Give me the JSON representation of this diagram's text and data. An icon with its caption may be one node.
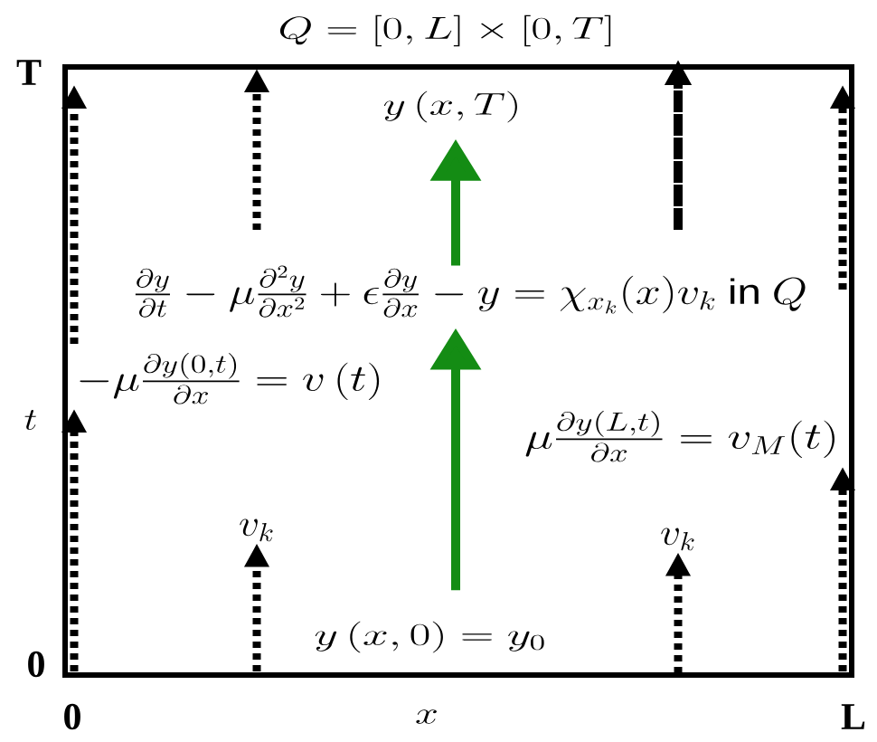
{
  "diagram": {
    "nodes": [
      {
        "text": [
          "Q = [0, L] \\times [0, T]"
        ]
      },
      {
        "text": [
          "y\\left(x, T\\right)"
        ],
        "in": 0
      },
      {
        "text": [
          "\\frac{\\partial y}{\\partial t} - \\mu\\frac{\\partial^2 y}{\\partial x^2} + \\epsilon\\frac{\\partial y}{\\partial x} - y = \\chi_{x_k}(x) v_k\\ \\mathsf{in}\\ Q"
        ],
        "in": 0
      },
      {
        "text": [
          "v_k"
        ],
        "in": 0
      },
      {
        "text": [
          "v_k"
        ],
        "in": 0
      },
      {
        "text": [
          "y\\left(x, 0\\right) = y_0"
        ],
        "in": 0
      }
    ],
    "edges": [
      {
        "from": 5,
        "to": 2,
        "arrow": "to",
        "color": "#148c14"
      },
      {
        "from": 2,
        "to": 1,
        "arrow": "to",
        "color": "#148c14"
      },
      {
        "from": null,
        "to": 3,
        "arrow": "to",
        "style": "dashed",
        "color": "#000000"
      },
      {
        "from": null,
        "to": 4,
        "arrow": "to",
        "style": "dashed",
        "color": "#000000"
      }
    ],
    "labels": [
      "T",
      "-\\mu\\frac{\\partial y(0,t)}{\\partial x} = v\\left(t\\right)",
      "t",
      "\\mu\\frac{\\partial y(L,t)}{\\partial x} = v_M(t)",
      "0",
      "0",
      "x",
      "L"
    ]
  }
}
